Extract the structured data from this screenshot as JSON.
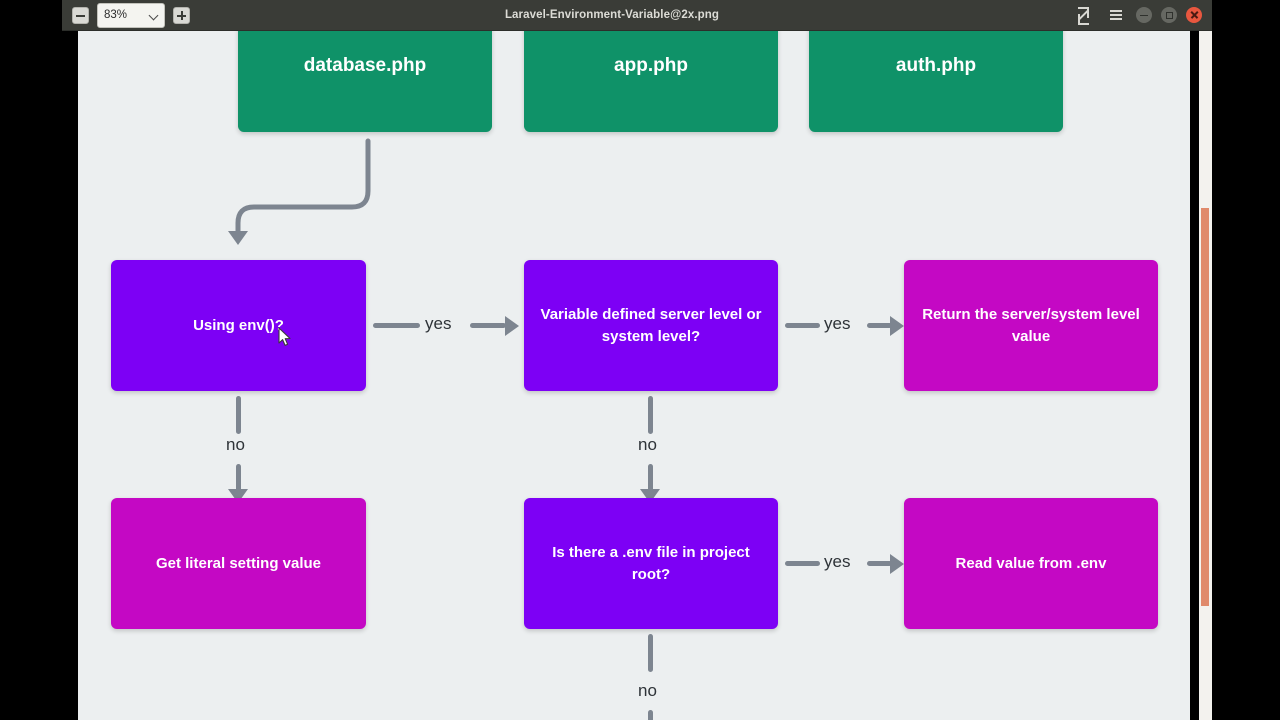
{
  "window": {
    "title": "Laravel-Environment-Variable@2x.png",
    "zoom_level": "83%",
    "zoom_out_label": "zoom-out",
    "zoom_in_label": "zoom-in",
    "fullscreen_label": "fullscreen",
    "menu_label": "menu",
    "minimize_label": "minimize",
    "maximize_label": "maximize",
    "close_label": "close"
  },
  "colors": {
    "green": "#0f9268",
    "purple": "#7d00f5",
    "magenta": "#c408c4",
    "edge": "#7d8590",
    "canvas": "#eceff0",
    "titlebar": "#3a3c37",
    "scrollbar_thumb": "#e08a6b"
  },
  "diagram": {
    "nodes": [
      {
        "id": "database-php",
        "label": "database.php",
        "type": "config-file"
      },
      {
        "id": "app-php",
        "label": "app.php",
        "type": "config-file"
      },
      {
        "id": "auth-php",
        "label": "auth.php",
        "type": "config-file"
      },
      {
        "id": "using-env",
        "label": "Using env()?",
        "type": "decision"
      },
      {
        "id": "var-defined-server",
        "label": "Variable defined server level or system level?",
        "type": "decision"
      },
      {
        "id": "return-server-value",
        "label": "Return the server/system level value",
        "type": "result"
      },
      {
        "id": "get-literal",
        "label": "Get literal setting value",
        "type": "result"
      },
      {
        "id": "env-file-root",
        "label": "Is there a .env file in project root?",
        "type": "decision"
      },
      {
        "id": "read-from-env",
        "label": "Read value from .env",
        "type": "result"
      }
    ],
    "edge_labels": {
      "yes_using_env": "yes",
      "yes_var_defined": "yes",
      "no_using_env": "no",
      "no_var_defined": "no",
      "yes_env_file": "yes",
      "no_env_file": "no"
    }
  }
}
